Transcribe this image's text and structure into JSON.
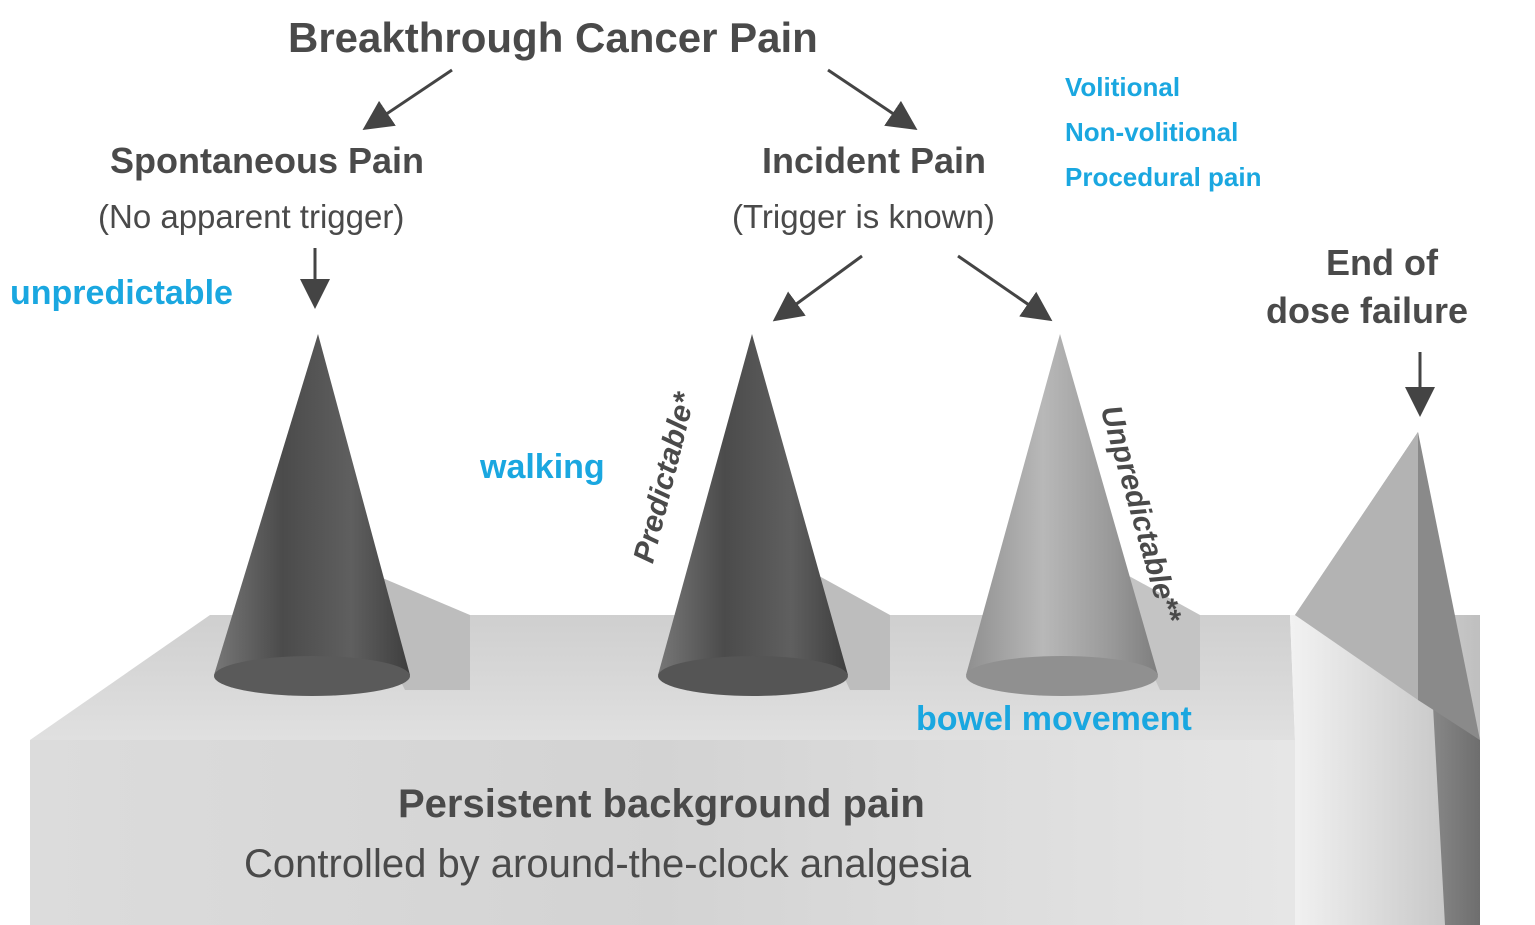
{
  "title": "Breakthrough Cancer Pain",
  "branches": {
    "spontaneous": {
      "title": "Spontaneous Pain",
      "subtitle": "(No apparent trigger)"
    },
    "incident": {
      "title": "Incident Pain",
      "subtitle": "(Trigger is known)",
      "types": [
        "Volitional",
        "Non-volitional",
        "Procedural pain"
      ]
    }
  },
  "cone_labels": {
    "predictable": "Predictable*",
    "unpredictable": "Unpredictable**"
  },
  "annotations": {
    "spontaneous_note": "unpredictable",
    "predictable_example": "walking",
    "unpredictable_example": "bowel movement"
  },
  "end_of_dose": {
    "line1": "End of",
    "line2": "dose failure"
  },
  "base": {
    "title": "Persistent background pain",
    "subtitle": "Controlled by around-the-clock analgesia"
  },
  "colors": {
    "text_dark": "#4a4a4a",
    "accent_blue": "#1aa7e0",
    "block_top": "#d9d9d9",
    "block_front": "#cfcfcf",
    "cone_dark": "#555555",
    "cone_light": "#9a9a9a"
  }
}
